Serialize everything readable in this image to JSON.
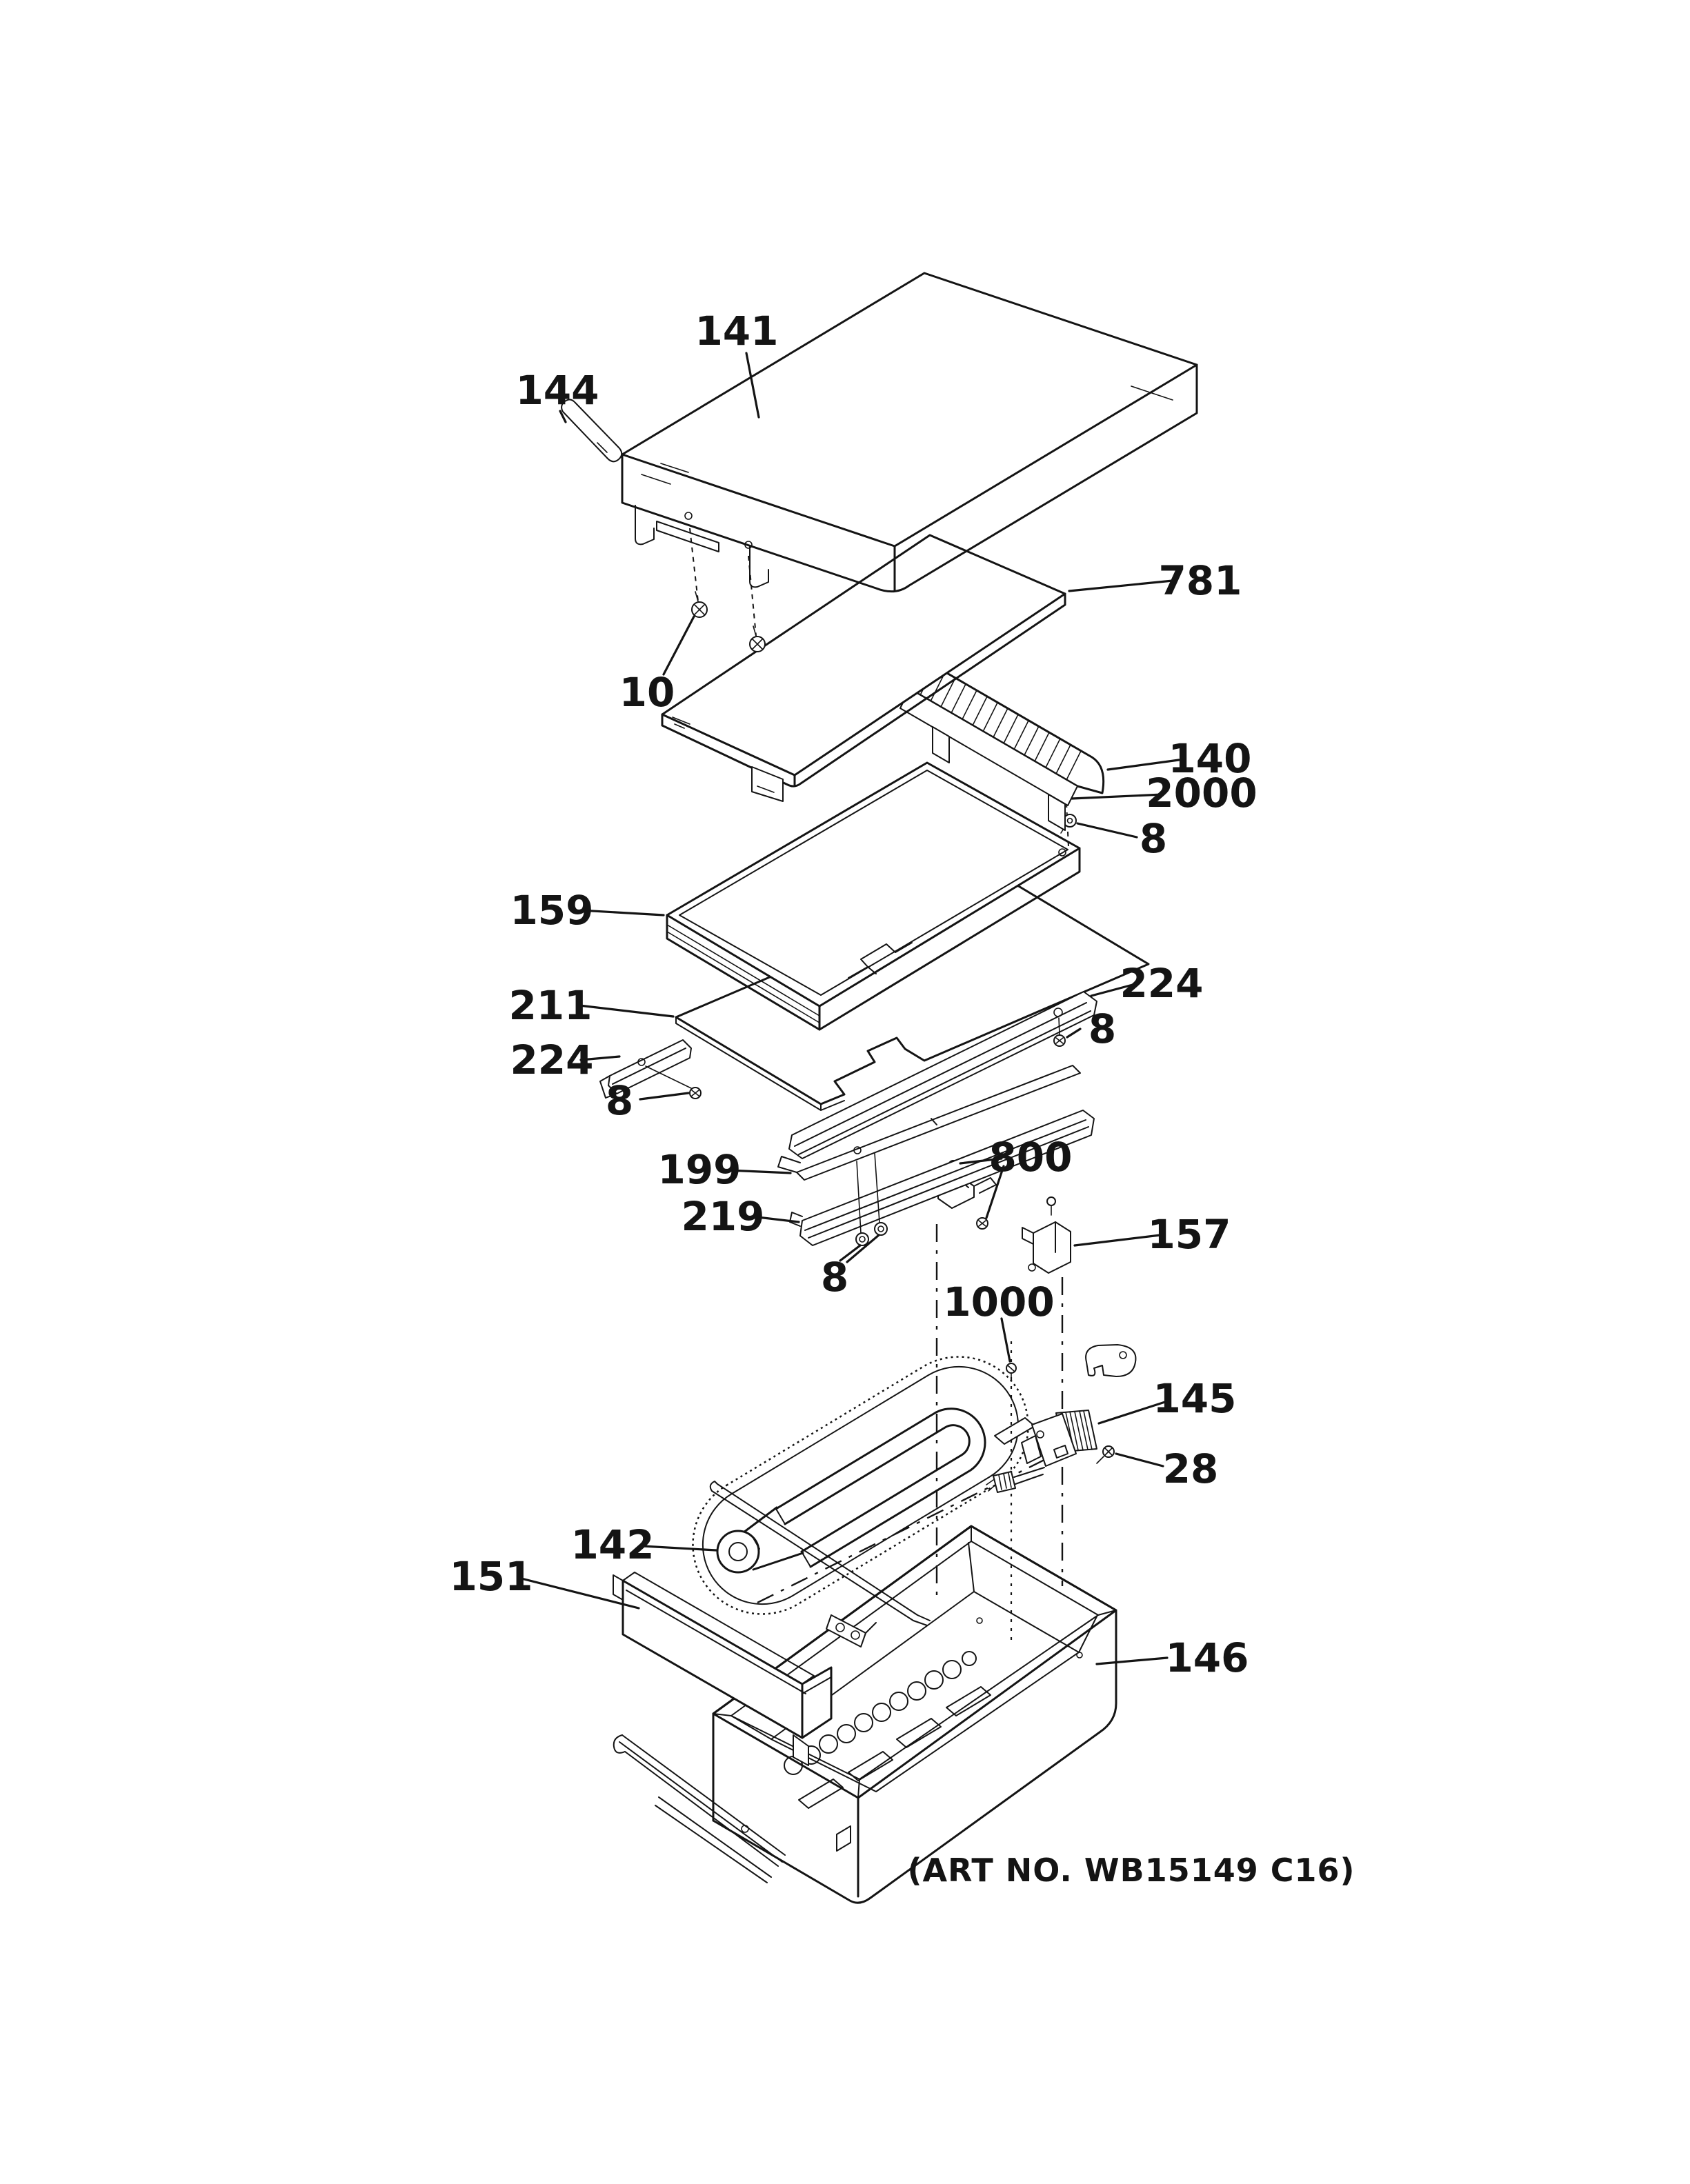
{
  "title": "Exploded parts diagram",
  "art_no": "(ART NO. WB15149 C16)",
  "colors": {
    "paper": "#ffffff",
    "ink": "#141414"
  },
  "callouts": {
    "c141": "141",
    "c144": "144",
    "c10": "10",
    "c781": "781",
    "c140": "140",
    "c2000": "2000",
    "c8_top": "8",
    "c159": "159",
    "c224_right": "224",
    "c8_right": "8",
    "c211": "211",
    "c224_left": "224",
    "c8_left": "8",
    "c199": "199",
    "c219": "219",
    "c8_bottom": "8",
    "c800": "800",
    "c157": "157",
    "c1000": "1000",
    "c145": "145",
    "c28": "28",
    "c142": "142",
    "c151": "151",
    "c146": "146"
  }
}
